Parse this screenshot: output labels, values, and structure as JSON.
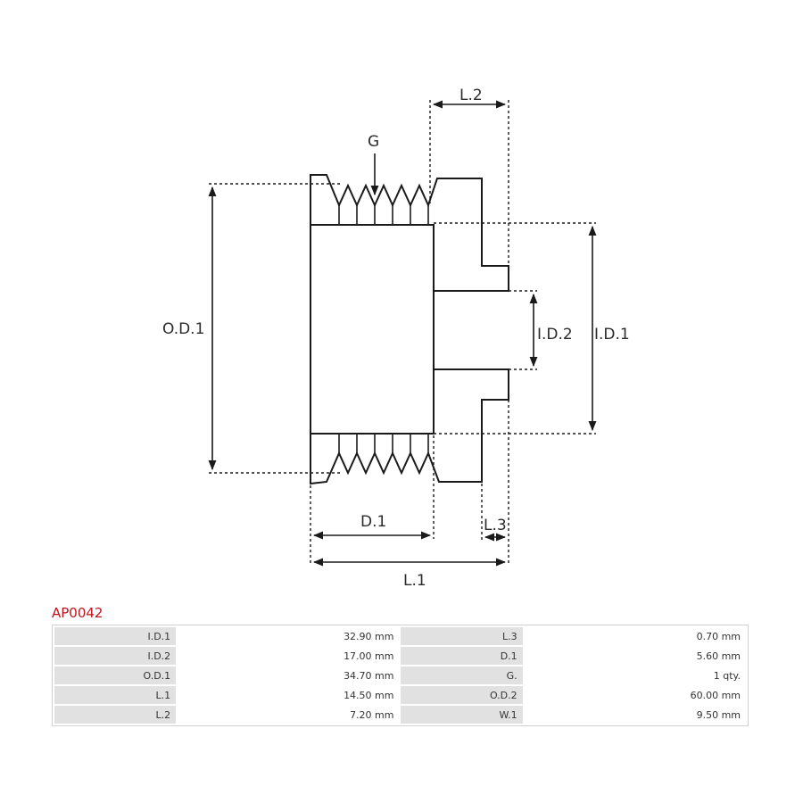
{
  "labels": {
    "g": "G",
    "od1": "O.D.1",
    "id1": "I.D.1",
    "id2": "I.D.2",
    "l1": "L.1",
    "l2": "L.2",
    "l3": "L.3",
    "d1": "D.1"
  },
  "part_code": "AP0042",
  "specs": [
    [
      {
        "k": "I.D.1",
        "v": "32.90 mm"
      },
      {
        "k": "L.3",
        "v": "0.70 mm"
      }
    ],
    [
      {
        "k": "I.D.2",
        "v": "17.00 mm"
      },
      {
        "k": "D.1",
        "v": "5.60 mm"
      }
    ],
    [
      {
        "k": "O.D.1",
        "v": "34.70 mm"
      },
      {
        "k": "G.",
        "v": "1 qty."
      }
    ],
    [
      {
        "k": "L.1",
        "v": "14.50 mm"
      },
      {
        "k": "O.D.2",
        "v": "60.00 mm"
      }
    ],
    [
      {
        "k": "L.2",
        "v": "7.20 mm"
      },
      {
        "k": "W.1",
        "v": "9.50 mm"
      }
    ]
  ]
}
